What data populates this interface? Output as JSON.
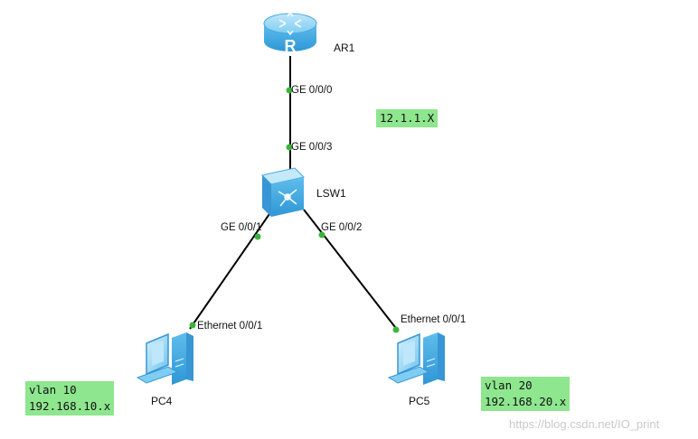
{
  "devices": {
    "router": {
      "name": "AR1",
      "icon": "router-icon"
    },
    "switch": {
      "name": "LSW1",
      "icon": "switch-icon"
    },
    "pc4": {
      "name": "PC4",
      "icon": "pc-icon"
    },
    "pc5": {
      "name": "PC5",
      "icon": "pc-icon"
    }
  },
  "ports": {
    "ar1_ge000": "GE 0/0/0",
    "lsw1_ge003": "GE 0/0/3",
    "lsw1_ge001": "GE 0/0/1",
    "lsw1_ge002": "GE 0/0/2",
    "pc4_eth": "Ethernet 0/0/1",
    "pc5_eth": "Ethernet 0/0/1"
  },
  "notes": {
    "uplink": "12.1.1.X",
    "vlan10": {
      "vlan": "vlan 10",
      "subnet": "192.168.10.x"
    },
    "vlan20": {
      "vlan": "vlan 20",
      "subnet": "192.168.20.x"
    }
  },
  "watermark": "https://blog.csdn.net/IO_print",
  "colors": {
    "device_blue": "#5bb8ea",
    "link": "#000000",
    "port_dot": "#3ab53a",
    "note_bg": "#8ee68e"
  }
}
